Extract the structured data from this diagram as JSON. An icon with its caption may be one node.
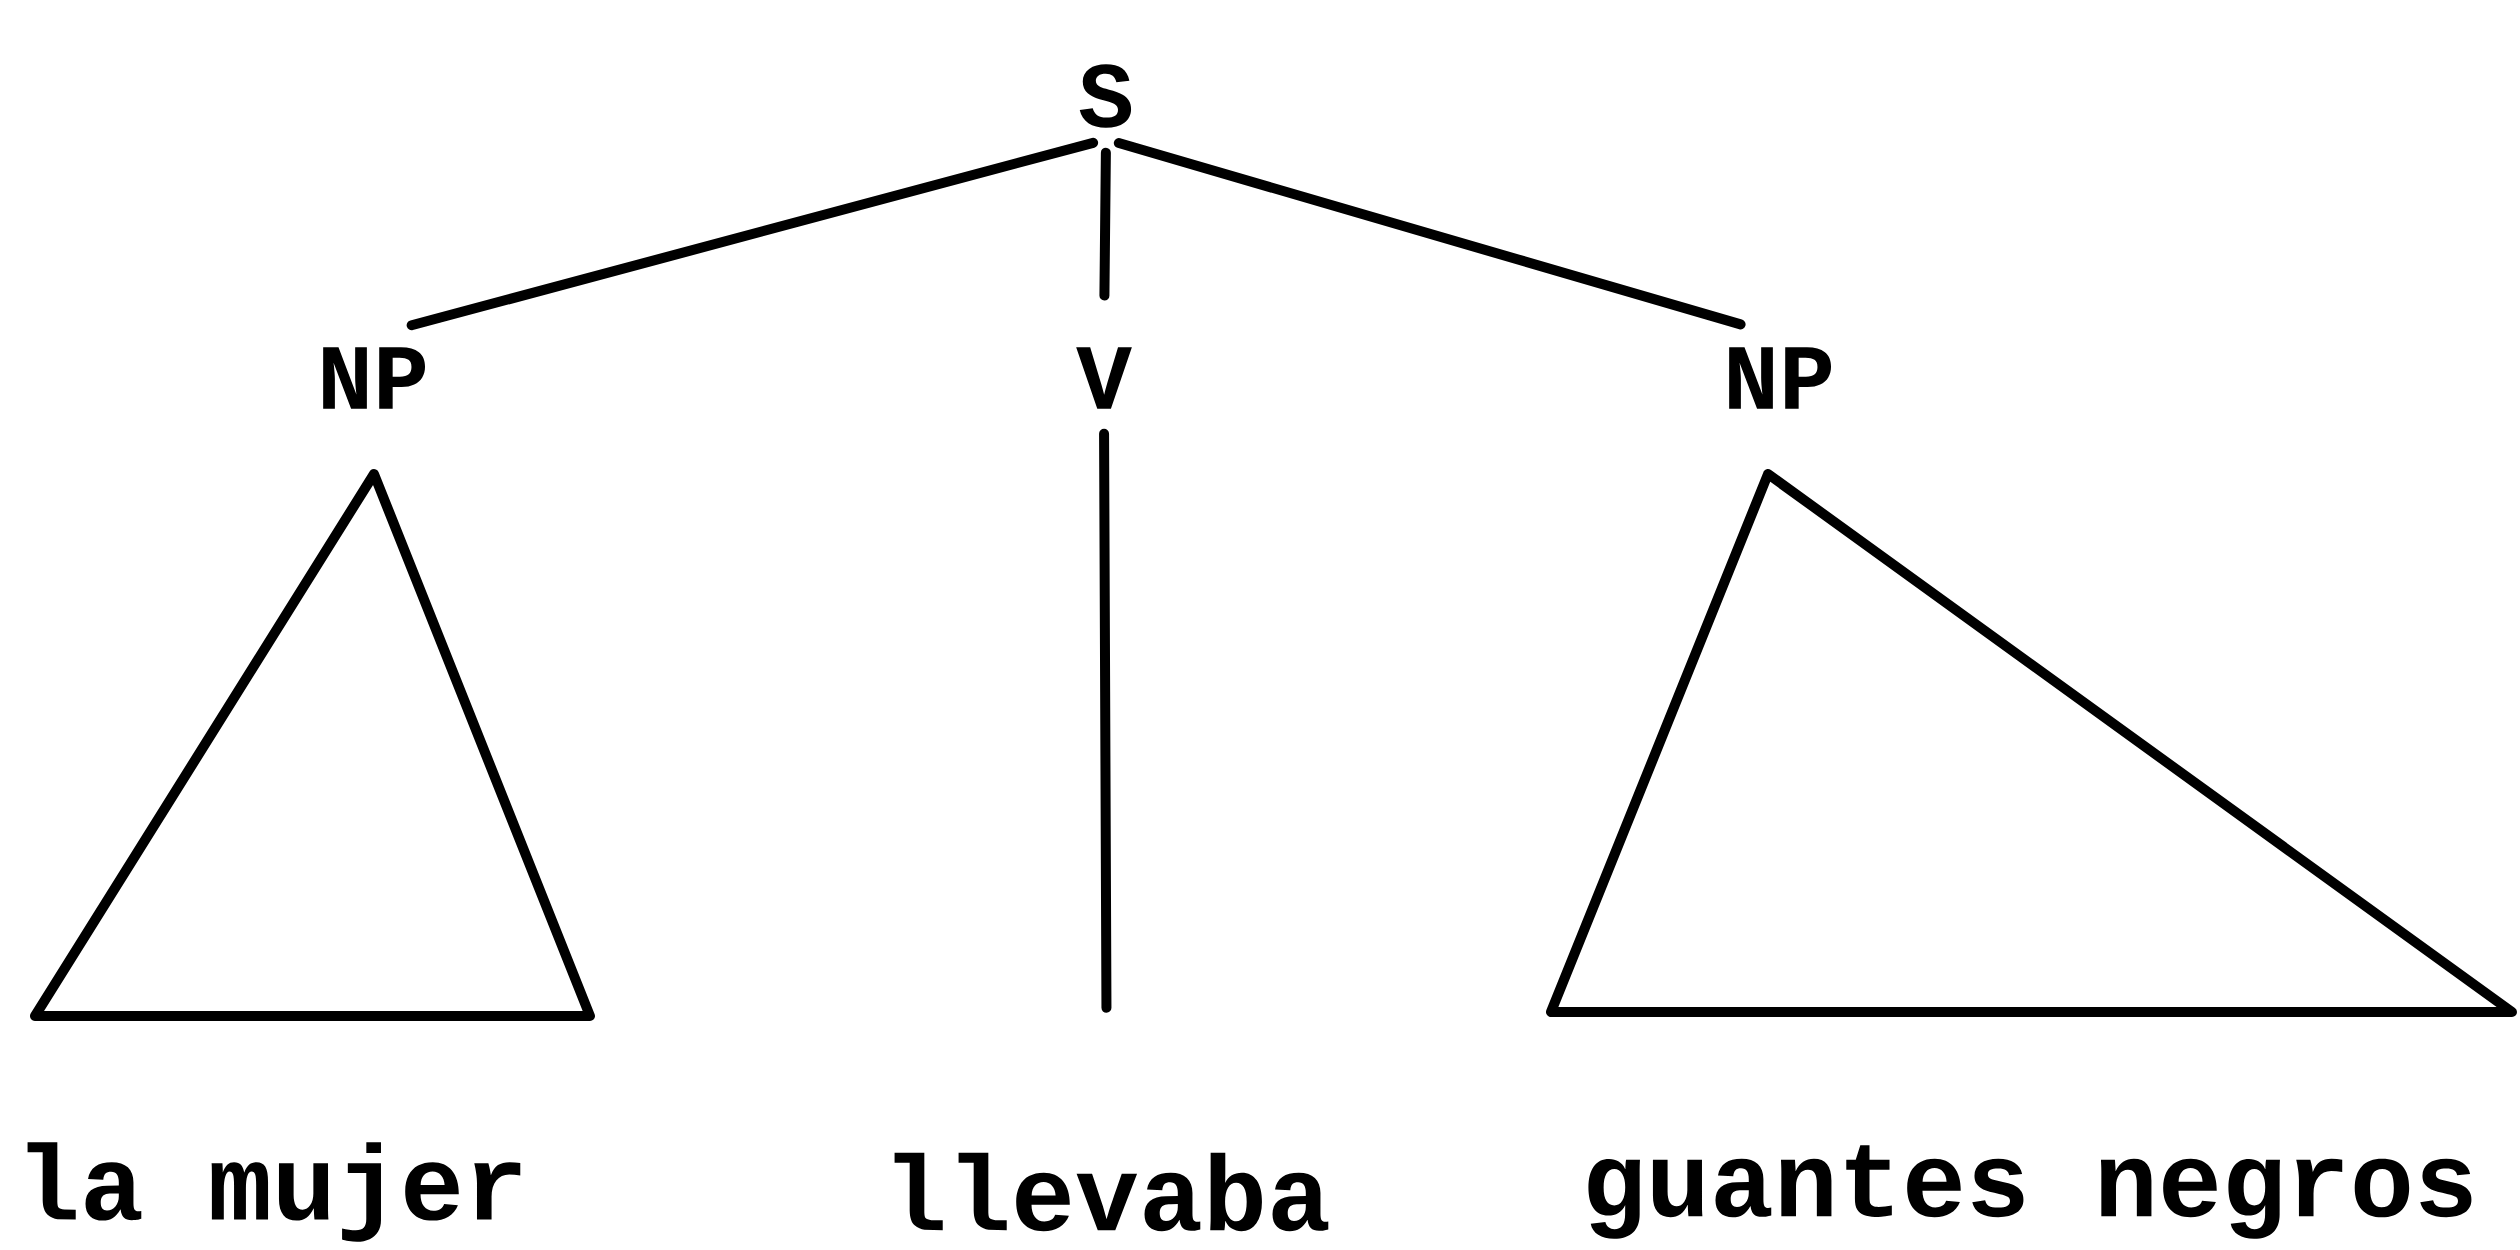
{
  "diagram": {
    "nodes": [
      {
        "text": [
          "S"
        ]
      },
      {
        "text": [
          "NP"
        ]
      },
      {
        "text": [
          "V"
        ]
      },
      {
        "text": [
          "NP"
        ]
      },
      {
        "text": [],
        "shape": "triangle"
      },
      {
        "text": [],
        "shape": "triangle"
      },
      {
        "text": [
          "la mujer"
        ]
      },
      {
        "text": [
          "llevaba"
        ]
      },
      {
        "text": [
          "guantes negros"
        ]
      }
    ],
    "edges": [
      {
        "from": 0,
        "to": 1,
        "arrow": "none"
      },
      {
        "from": 0,
        "to": 2,
        "arrow": "none"
      },
      {
        "from": 0,
        "to": 3,
        "arrow": "none"
      },
      {
        "from": 2,
        "to": 7,
        "arrow": "none"
      }
    ]
  }
}
